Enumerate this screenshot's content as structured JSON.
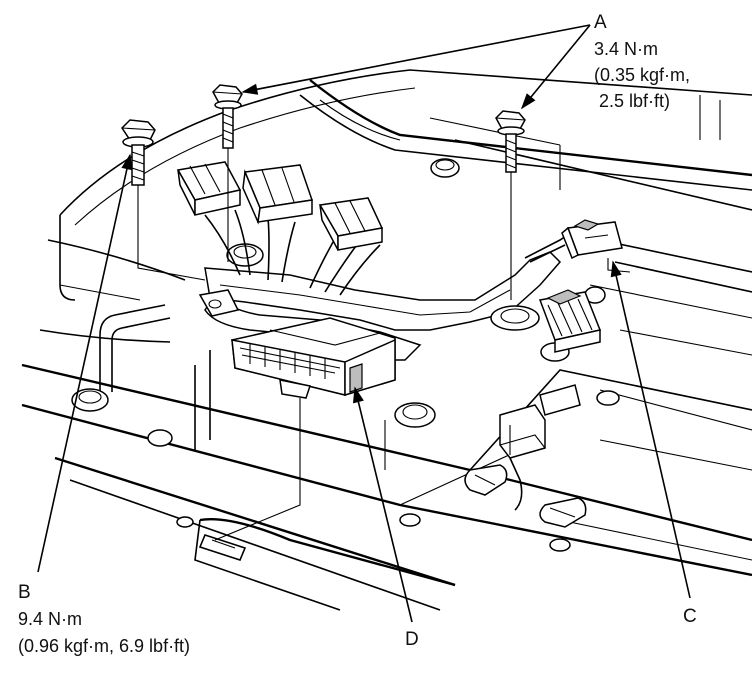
{
  "callouts": {
    "a": {
      "letter": "A",
      "torque_nm": "3.4 N·m",
      "torque_kgf": "(0.35 kgf·m,",
      "torque_lbf": "2.5 lbf·ft)"
    },
    "b": {
      "letter": "B",
      "torque_nm": "9.4 N·m",
      "torque_imperial": "(0.96 kgf·m, 6.9 lbf·ft)"
    },
    "c": {
      "letter": "C"
    },
    "d": {
      "letter": "D"
    }
  }
}
